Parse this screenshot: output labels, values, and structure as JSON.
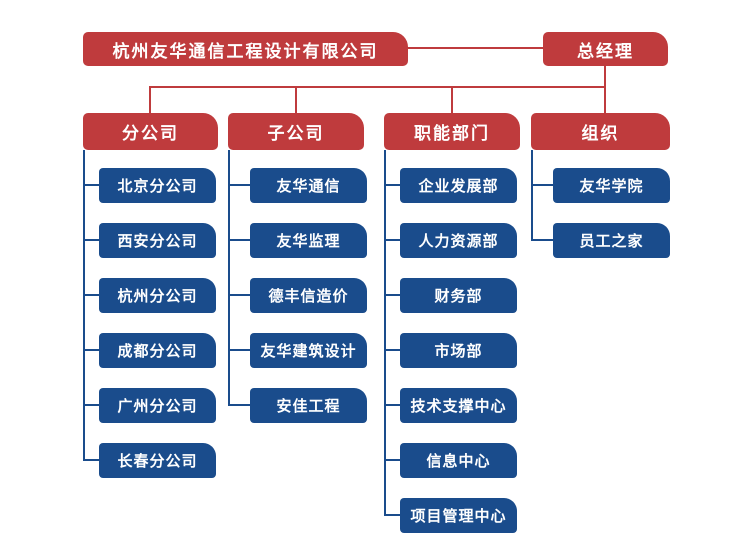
{
  "org": {
    "company": "杭州友华通信工程设计有限公司",
    "general_manager": "总经理",
    "columns": [
      {
        "label": "分公司",
        "items": [
          "北京分公司",
          "西安分公司",
          "杭州分公司",
          "成都分公司",
          "广州分公司",
          "长春分公司"
        ]
      },
      {
        "label": "子公司",
        "items": [
          "友华通信",
          "友华监理",
          "德丰信造价",
          "友华建筑设计",
          "安佳工程"
        ]
      },
      {
        "label": "职能部门",
        "items": [
          "企业发展部",
          "人力资源部",
          "财务部",
          "市场部",
          "技术支撑中心",
          "信息中心",
          "项目管理中心"
        ]
      },
      {
        "label": "组织",
        "items": [
          "友华学院",
          "员工之家"
        ]
      }
    ]
  },
  "colors": {
    "node_red": "#BF3B3D",
    "node_blue": "#1A4C8C",
    "connector_red": "#BF3B3D",
    "connector_blue": "#1A4C8C",
    "text": "#FFFFFF",
    "background": "#FFFFFF"
  }
}
